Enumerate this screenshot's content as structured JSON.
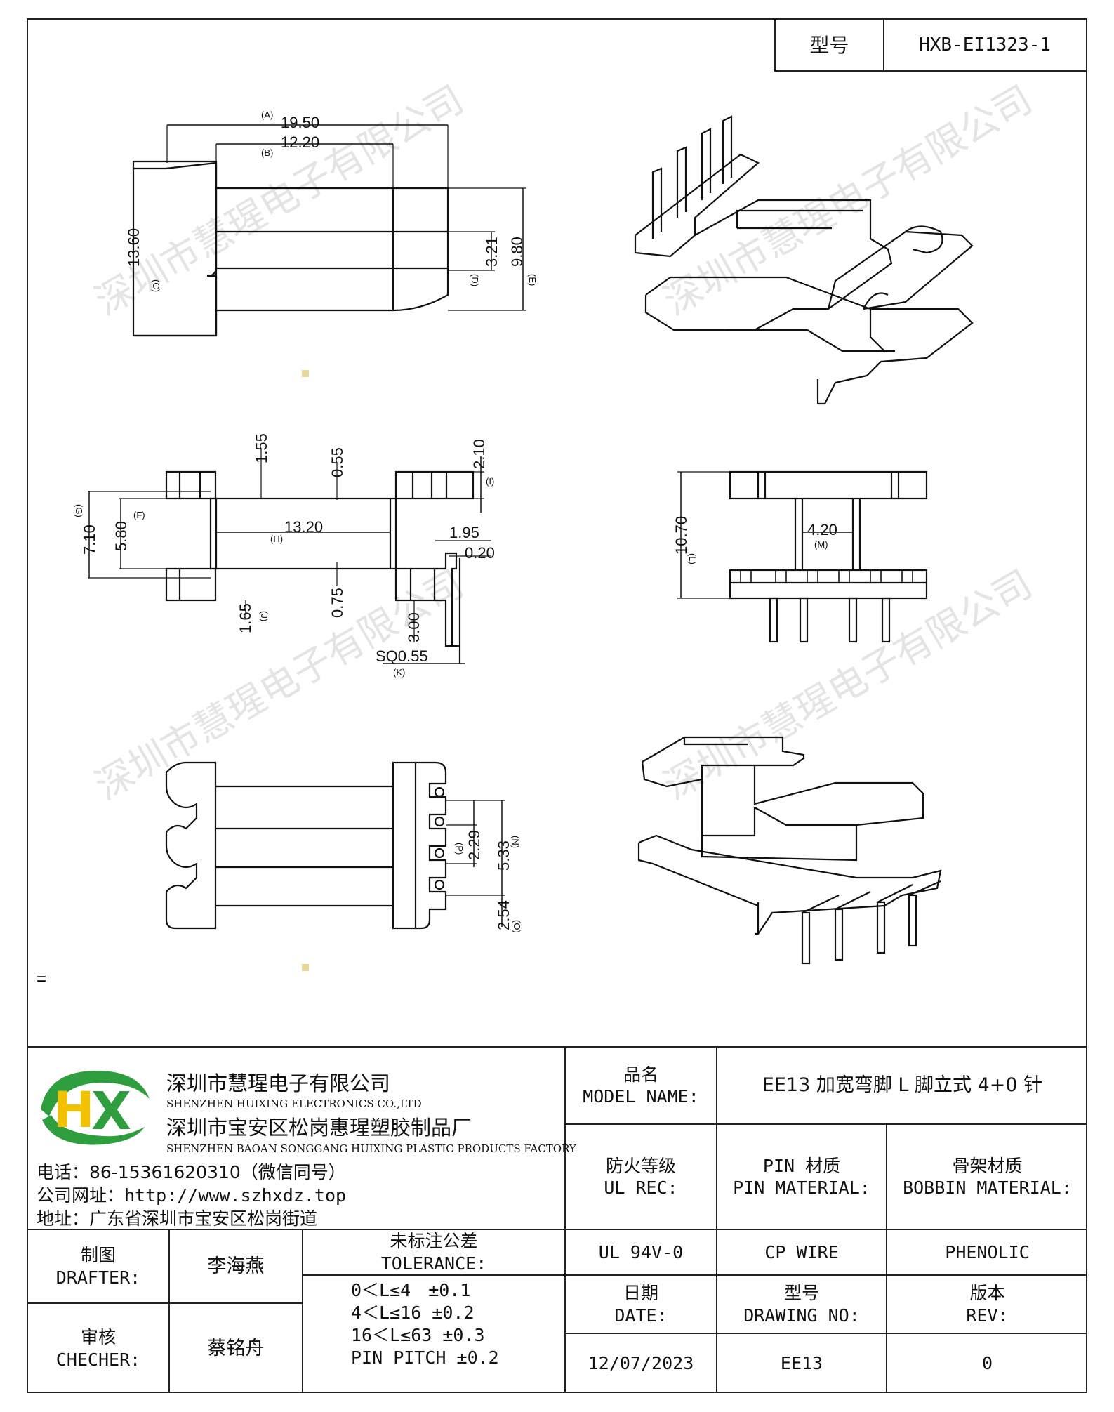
{
  "header": {
    "model_label": "型号",
    "model_value": "HXB-EI1323-1"
  },
  "drawing": {
    "top_view": {
      "A": "19.50",
      "A_tag": "(A)",
      "B": "12.20",
      "B_tag": "(B)",
      "C": "13.60",
      "C_tag": "(C)",
      "D": "3.21",
      "D_tag": "(D)",
      "E": "9.80",
      "E_tag": "(E)"
    },
    "front_view": {
      "d155": "1.55",
      "d055": "0.55",
      "I": "2.10",
      "I_tag": "(I)",
      "G": "7.10",
      "G_tag": "(G)",
      "F": "5.80",
      "F_tag": "(F)",
      "H": "13.20",
      "H_tag": "(H)",
      "d195": "1.95",
      "d020": "0.20",
      "J": "1.65",
      "J_tag": "(J)",
      "d075": "0.75",
      "d300": "3.00",
      "K": "SQ0.55",
      "K_tag": "(K)"
    },
    "side_view": {
      "L": "10.70",
      "L_tag": "(L)",
      "M": "4.20",
      "M_tag": "(M)"
    },
    "bottom_view": {
      "N": "5.33",
      "N_tag": "(N)",
      "P": "2.29",
      "P_tag": "(P)",
      "O": "2.54",
      "O_tag": "(O)"
    },
    "watermark": "深圳市慧瑆电子有限公司",
    "mark_equals": "="
  },
  "company": {
    "name_cn": "深圳市慧瑆电子有限公司",
    "name_en": "SHENZHEN HUIXING ELECTRONICS CO.,LTD",
    "factory_cn": "深圳市宝安区松岗惠瑆塑胶制品厂",
    "factory_en": "SHENZHEN BAOAN SONGGANG HUIXING PLASTIC PRODUCTS FACTORY",
    "phone": "电话：86-15361620310（微信同号）",
    "website": "公司网址：http://www.szhxdz.top",
    "address": "地址：广东省深圳市宝安区松岗街道",
    "logo": {
      "letters_h": "H",
      "letters_x": "X",
      "colors": {
        "green": "#2e9e3e",
        "yellow": "#f2c200"
      }
    }
  },
  "titleblock": {
    "model_name_cn": "品名",
    "model_name_en": "MODEL NAME:",
    "model_name_value": "EE13 加宽弯脚 L 脚立式 4+0 针",
    "ul_cn": "防火等级",
    "ul_en": "UL REC:",
    "pin_cn": "PIN 材质",
    "pin_en": "PIN MATERIAL:",
    "bobbin_cn": "骨架材质",
    "bobbin_en": "BOBBIN MATERIAL:",
    "ul_value": "UL 94V-0",
    "pin_value": "CP WIRE",
    "bobbin_value": "PHENOLIC",
    "date_cn": "日期",
    "date_en": "DATE:",
    "drawing_cn": "型号",
    "drawing_en": "DRAWING NO:",
    "rev_cn": "版本",
    "rev_en": "REV:",
    "date_value": "12/07/2023",
    "drawing_value": "EE13",
    "rev_value": "0",
    "drafter_cn": "制图",
    "drafter_en": "DRAFTER:",
    "drafter_value": "李海燕",
    "checker_cn": "审核",
    "checker_en": "CHECHER:",
    "checker_value": "蔡铭舟",
    "tolerance_cn": "未标注公差",
    "tolerance_en": "TOLERANCE:",
    "tolerance_lines": [
      "0＜L≤4　±0.1",
      "4＜L≤16 ±0.2",
      "16＜L≤63 ±0.3",
      "PIN PITCH ±0.2"
    ]
  }
}
